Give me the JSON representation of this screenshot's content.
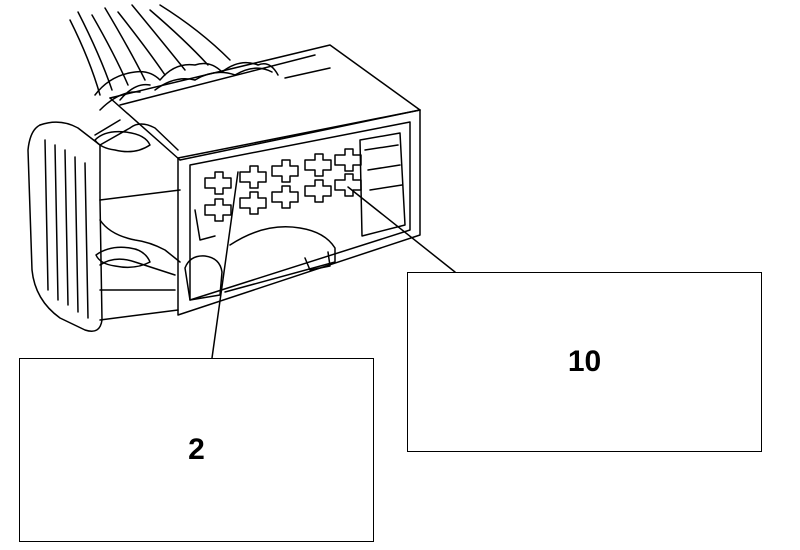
{
  "diagram": {
    "subject": "connector-illustration",
    "callouts": [
      {
        "id": "2",
        "label": "2"
      },
      {
        "id": "10",
        "label": "10"
      }
    ],
    "colors": {
      "line": "#000000",
      "background": "#ffffff"
    }
  }
}
